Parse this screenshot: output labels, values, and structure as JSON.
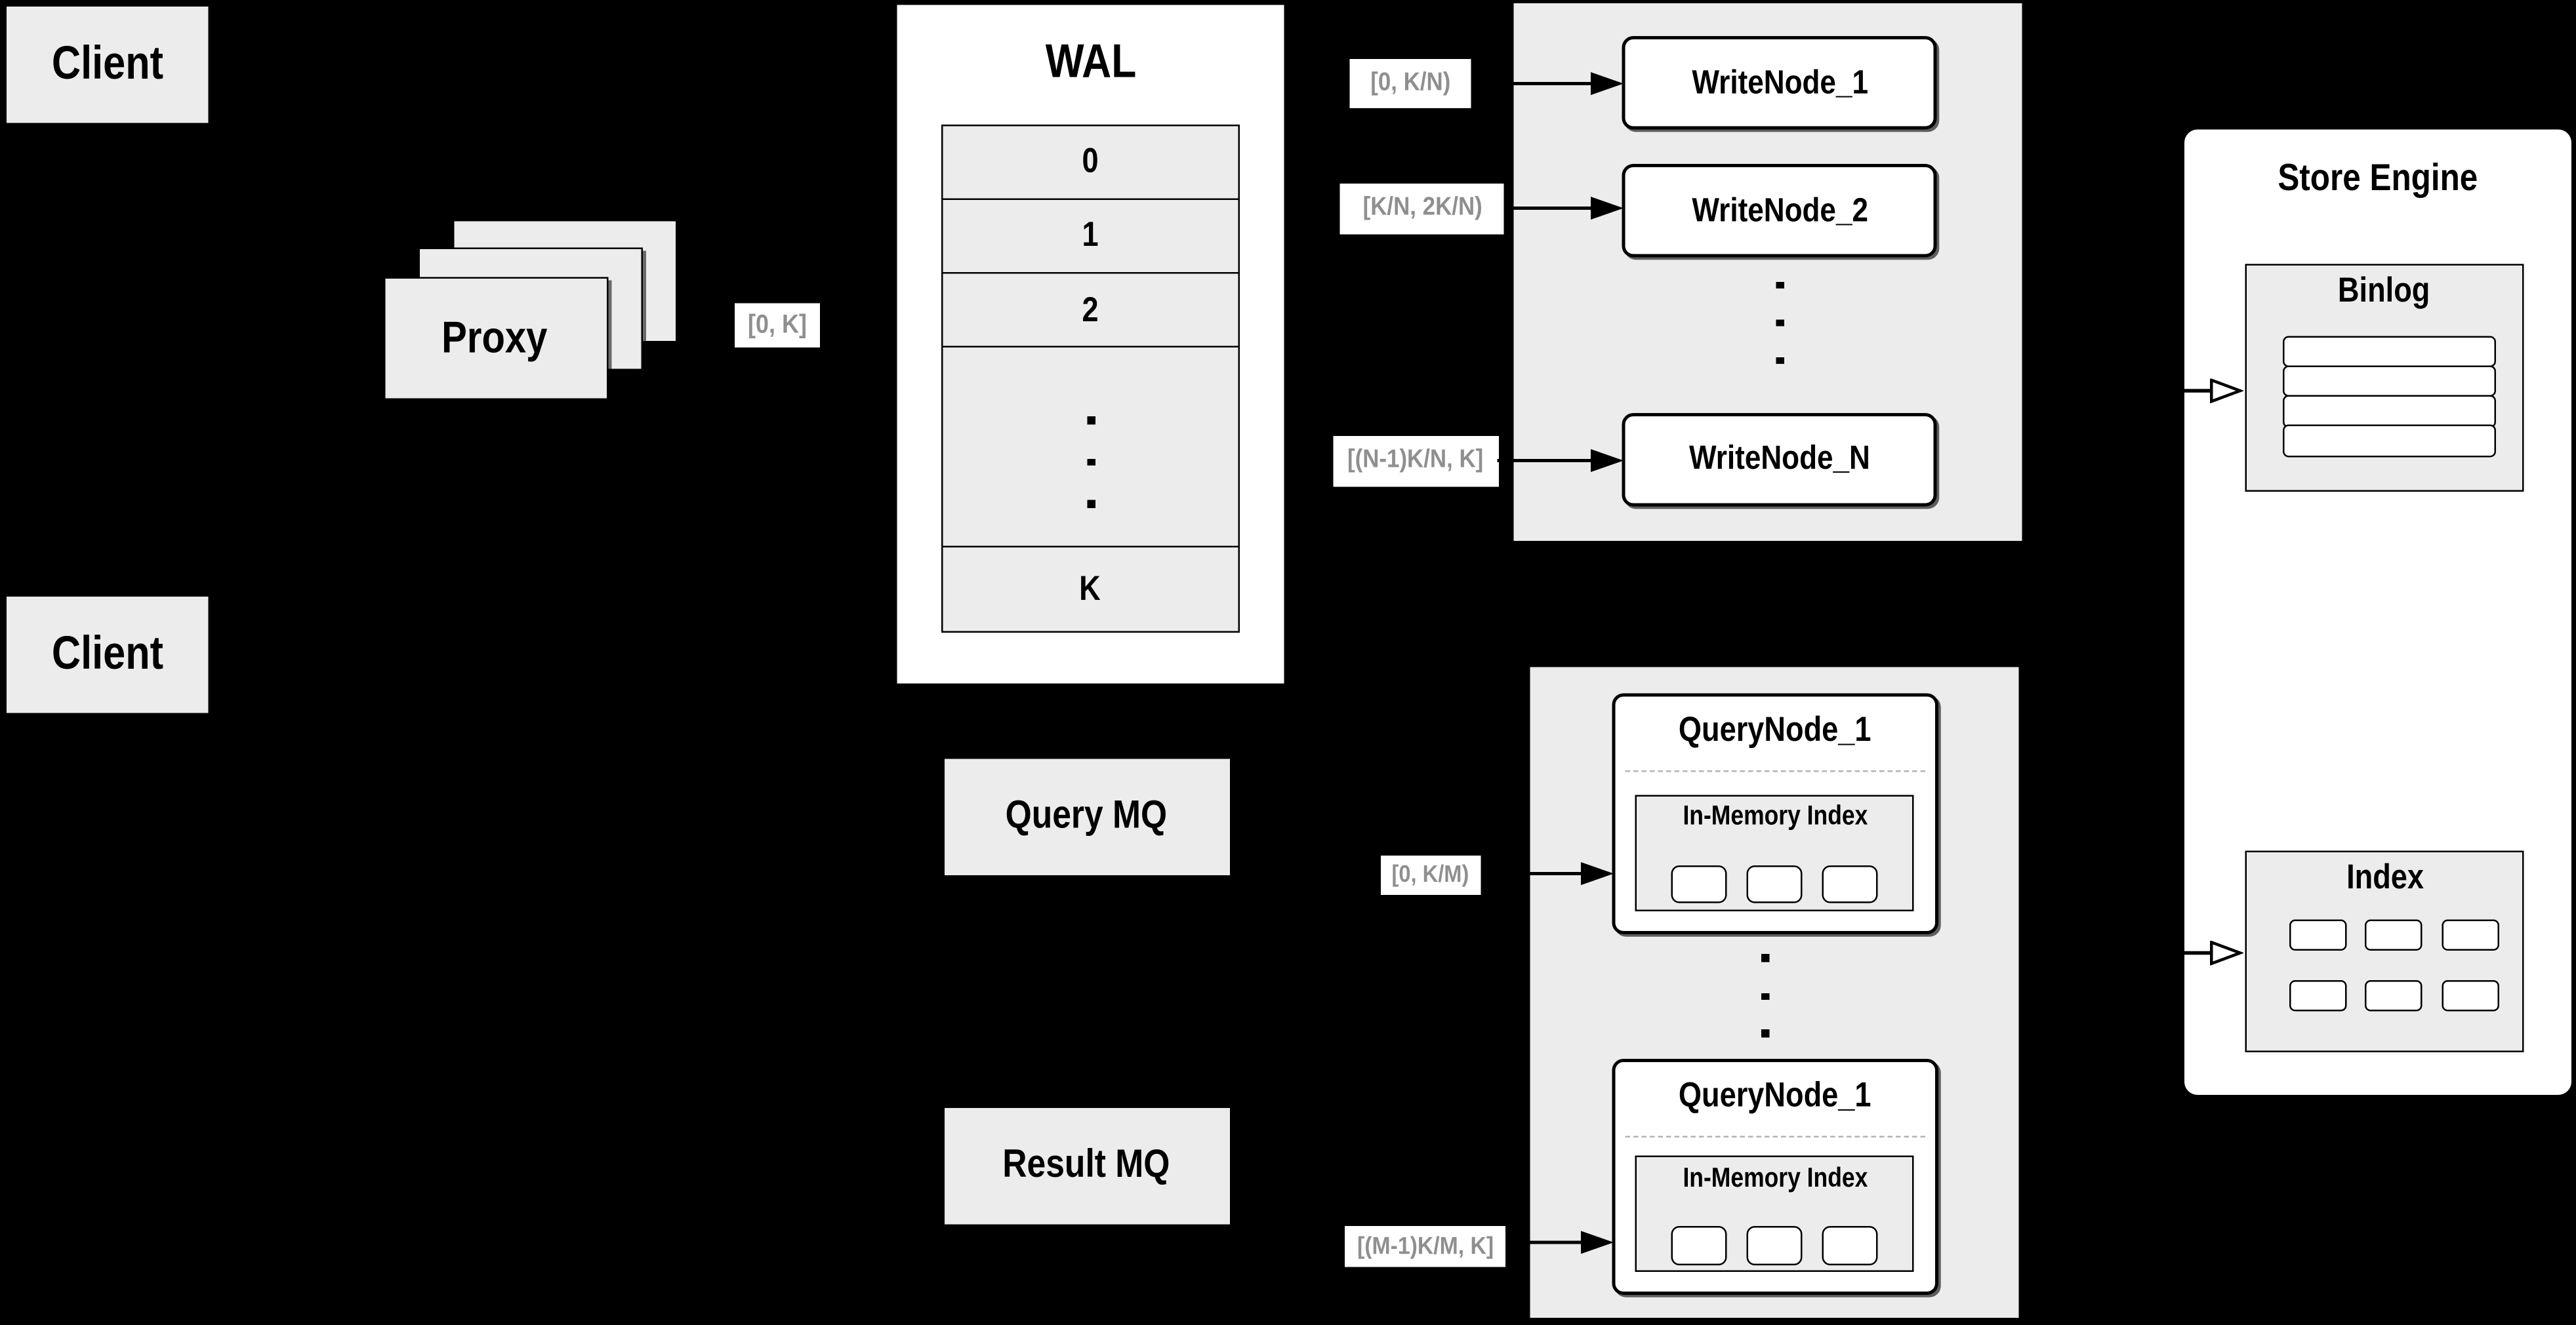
{
  "colors": {
    "background": "#000000",
    "panel_gray": "#ececec",
    "box_white": "#ffffff",
    "line_black": "#000000",
    "range_label_text": "#8f8f8f"
  },
  "clients": {
    "top_label": "Client",
    "bottom_label": "Client"
  },
  "proxy": {
    "label": "Proxy",
    "range": "[0, K]"
  },
  "wal": {
    "title": "WAL",
    "segments": [
      "0",
      "1",
      "2",
      "K"
    ]
  },
  "write_group": {
    "ranges": [
      "[0, K/N)",
      "[K/N, 2K/N)",
      "[(N-1)K/N, K]"
    ],
    "nodes": [
      "WriteNode_1",
      "WriteNode_2",
      "WriteNode_N"
    ]
  },
  "store_engine": {
    "title": "Store Engine",
    "binlog": {
      "title": "Binlog",
      "row_count": 4
    },
    "index": {
      "title": "Index",
      "cell_count": 6
    }
  },
  "mq": {
    "query_label": "Query MQ",
    "result_label": "Result MQ"
  },
  "query_group": {
    "ranges": [
      "[0, K/M)",
      "[(M-1)K/M, K]"
    ],
    "nodes": [
      {
        "title": "QueryNode_1",
        "inner": "In-Memory Index"
      },
      {
        "title": "QueryNode_1",
        "inner": "In-Memory Index"
      }
    ]
  }
}
